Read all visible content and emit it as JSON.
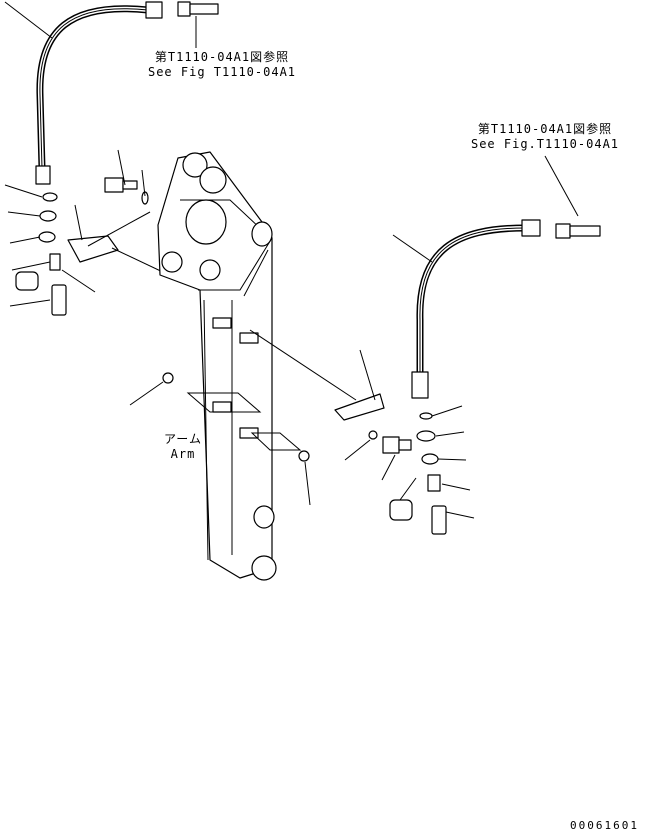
{
  "references": {
    "top_left": {
      "jp": "第T1110-04A1図参照",
      "en": "See Fig T1110-04A1"
    },
    "top_right": {
      "jp": "第T1110-04A1図参照",
      "en": "See Fig.T1110-04A1"
    }
  },
  "part_label": {
    "jp": "アーム",
    "en": "Arm"
  },
  "drawing_number": "00061601"
}
